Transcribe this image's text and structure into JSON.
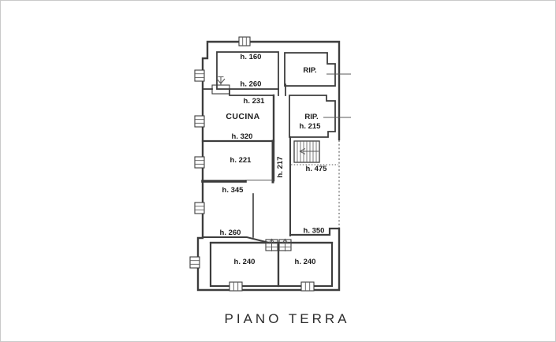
{
  "drawing": {
    "type": "architectural-floor-plan",
    "title": "PIANO TERRA",
    "ink_color": "#3d3d3d",
    "annotations": {
      "room_top_left_h_upper": "h. 160",
      "room_top_left_h_lower": "h. 260",
      "storage_top": "RIP.",
      "passage_h": "h. 231",
      "kitchen": "CUCINA",
      "storage_mid": "RIP.",
      "storage_mid_h": "h. 215",
      "kitchen_h": "h. 320",
      "room_mid_left_h": "h. 221",
      "corridor_h": "h. 217",
      "stairwell_h": "h. 475",
      "room_345_h": "h. 345",
      "room_lower_left_h": "h. 260",
      "room_lower_right_h": "h. 350",
      "bedroom_left_h": "h. 240",
      "bedroom_right_h": "h. 240"
    }
  }
}
